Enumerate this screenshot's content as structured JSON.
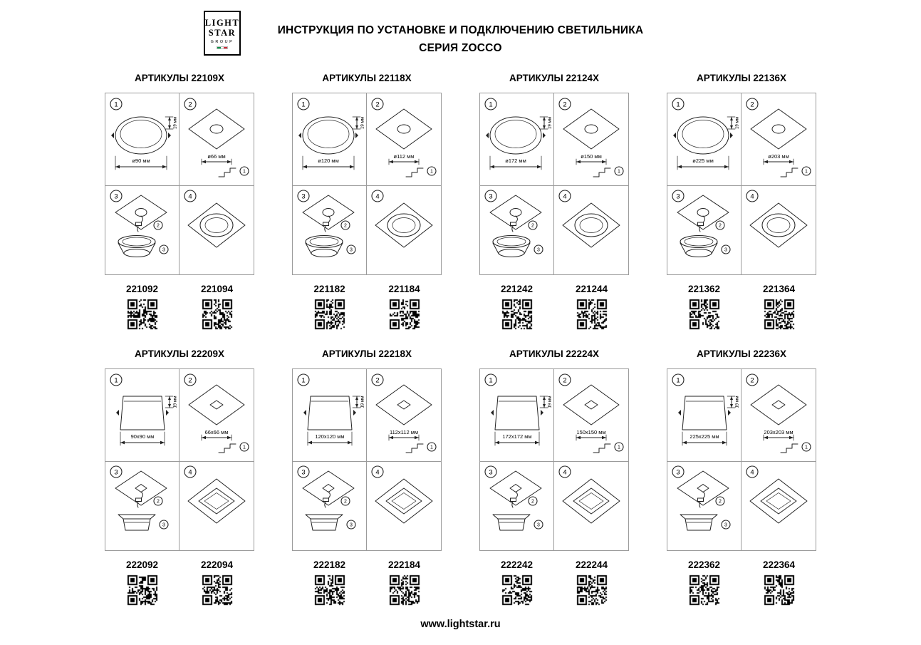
{
  "header": {
    "logo": {
      "line1": "LIGHT",
      "line2": "STAR",
      "line3": "GROUP"
    },
    "title_line1": "ИНСТРУКЦИЯ ПО УСТАНОВКЕ И ПОДКЛЮЧЕНИЮ СВЕТИЛЬНИКА",
    "title_line2": "СЕРИЯ ZOCCO"
  },
  "steps": [
    "1",
    "2",
    "3",
    "4"
  ],
  "rows": [
    {
      "panels": [
        {
          "title": "АРТИКУЛЫ 22109X",
          "shape": "round",
          "dim_width": "ø90 мм",
          "dim_height": "19 мм",
          "dim_hole": "ø66 мм",
          "codes": [
            "221092",
            "221094"
          ]
        },
        {
          "title": "АРТИКУЛЫ 22118X",
          "shape": "round",
          "dim_width": "ø120 мм",
          "dim_height": "19 мм",
          "dim_hole": "ø112 мм",
          "codes": [
            "221182",
            "221184"
          ]
        },
        {
          "title": "АРТИКУЛЫ 22124X",
          "shape": "round",
          "dim_width": "ø172 мм",
          "dim_height": "19 мм",
          "dim_hole": "ø150 мм",
          "codes": [
            "221242",
            "221244"
          ]
        },
        {
          "title": "АРТИКУЛЫ 22136X",
          "shape": "round",
          "dim_width": "ø225 мм",
          "dim_height": "19 мм",
          "dim_hole": "ø203 мм",
          "codes": [
            "221362",
            "221364"
          ]
        }
      ]
    },
    {
      "panels": [
        {
          "title": "АРТИКУЛЫ 22209X",
          "shape": "square",
          "dim_width": "90x90 мм",
          "dim_height": "19 мм",
          "dim_hole": "66x66 мм",
          "codes": [
            "222092",
            "222094"
          ]
        },
        {
          "title": "АРТИКУЛЫ 22218X",
          "shape": "square",
          "dim_width": "120x120 мм",
          "dim_height": "19 мм",
          "dim_hole": "112x112 мм",
          "codes": [
            "222182",
            "222184"
          ]
        },
        {
          "title": "АРТИКУЛЫ 22224X",
          "shape": "square",
          "dim_width": "172x172 мм",
          "dim_height": "19 мм",
          "dim_hole": "150x150 мм",
          "codes": [
            "222242",
            "222244"
          ]
        },
        {
          "title": "АРТИКУЛЫ 22236X",
          "shape": "square",
          "dim_width": "225x225 мм",
          "dim_height": "19 мм",
          "dim_hole": "203x203 мм",
          "codes": [
            "222362",
            "222364"
          ]
        }
      ]
    }
  ],
  "footer": {
    "url": "www.lightstar.ru"
  },
  "colors": {
    "line": "#222222",
    "panel_border": "#9b9b9b",
    "text": "#000000",
    "background": "#ffffff",
    "flag_green": "#009246",
    "flag_red": "#ce2b37"
  }
}
